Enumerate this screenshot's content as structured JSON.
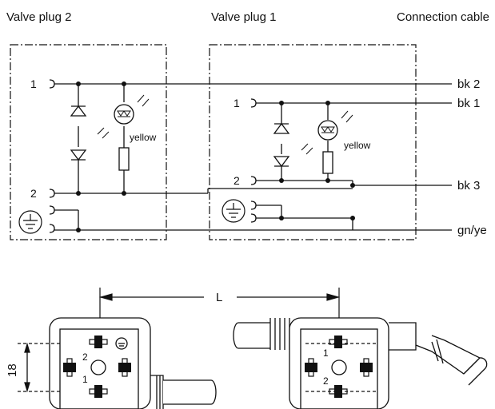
{
  "headers": {
    "valve_plug_2": "Valve plug 2",
    "valve_plug_1": "Valve plug 1",
    "connection_cable": "Connection cable"
  },
  "wires": {
    "bk2": "bk 2",
    "bk1": "bk 1",
    "bk3": "bk 3",
    "gnye": "gn/ye"
  },
  "led_color_label": "yellow",
  "pins": {
    "plug2_pin1": "1",
    "plug2_pin2": "2",
    "plug1_pin1": "1",
    "plug1_pin2": "2"
  },
  "dimensions": {
    "length": "L",
    "height": "18"
  },
  "plug_face_pins": {
    "left_2": "2",
    "left_1": "1",
    "right_1": "1",
    "right_2": "2"
  }
}
